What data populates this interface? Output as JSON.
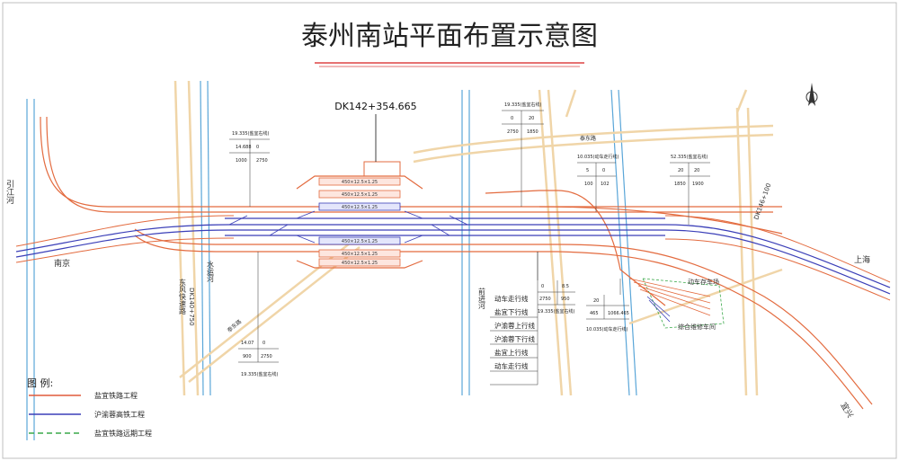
{
  "title": "泰州南站平面布置示意图",
  "station_chainage": "DK142+354.665",
  "legend": {
    "heading": "图 例:",
    "items": [
      {
        "label": "盐宜铁路工程",
        "color": "#e05a3a"
      },
      {
        "label": "沪渝蓉高铁工程",
        "color": "#3b3fb8"
      },
      {
        "label": "盐宜铁路远期工程",
        "color": "#3aa94a"
      }
    ]
  },
  "places": {
    "nanjing": "南京",
    "shanghai": "上海",
    "yixing": "宜兴",
    "yinjiang": "引江河",
    "qianjin": "前进河",
    "dongfeng": "东风快速路",
    "shuiyunhe": "水运河",
    "chekuo_depot": "动车存车场",
    "maint_depot": "综合维修车间",
    "road_left": "泰东路",
    "road_top": "泰东路",
    "chainage_left": "DK140+750",
    "chainage_right": "DK146+100"
  },
  "tables": {
    "t1": {
      "r1": "19.335(盐宜右线)",
      "r2": [
        "14.688",
        "0"
      ],
      "r3": [
        "1000",
        "2750"
      ]
    },
    "t2": {
      "r1": "19.335(盐宜右线)",
      "r2": [
        "0",
        "20"
      ],
      "r3": [
        "2750",
        "1850"
      ]
    },
    "t3": {
      "r1": "10.035(动车走行线)",
      "r2": [
        "5",
        "0"
      ],
      "r3": [
        "100",
        "102"
      ]
    },
    "t4": {
      "r1": "52.335(盐宜右线)",
      "r2": [
        "20",
        "20"
      ],
      "r3": [
        "1850",
        "1900"
      ]
    },
    "t5": {
      "r1": [
        "14.07",
        "0"
      ],
      "r2": [
        "900",
        "2750"
      ],
      "r3": "19.335(盐宜右线)"
    },
    "t6": {
      "r1": [
        "0",
        "8.5"
      ],
      "r2": [
        "2750",
        "950"
      ],
      "r3": "19.335(盐宜右线)"
    },
    "t7": {
      "r1": [
        "20",
        ""
      ],
      "r2": [
        "465",
        "1066.465"
      ],
      "r3": "10.035(动车走行线)"
    }
  },
  "line_labels": [
    "动车走行线",
    "盐宜下行线",
    "沪渝蓉上行线",
    "沪渝蓉下行线",
    "盐宜上行线",
    "动车走行线"
  ],
  "platforms": [
    "450×12.5×1.25",
    "450×12.5×1.25",
    "450×12.5×1.25",
    "450×12.5×1.25",
    "450×12.5×1.25",
    "450×12.5×1.25"
  ]
}
